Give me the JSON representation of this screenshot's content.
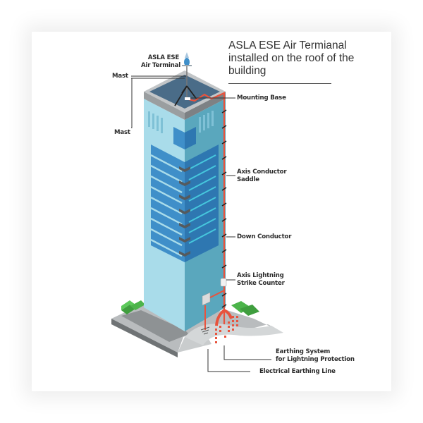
{
  "title": "ASLA ESE Air Termianal installed on the roof of the building",
  "labels": {
    "air_terminal_line1": "ASLA ESE",
    "air_terminal_line2": "Air Terminal",
    "mast_top": "Mast",
    "mast_bottom": "Mast",
    "mounting_base": "Mounting Base",
    "axis_conductor_saddle_line1": "Axis Conductor",
    "axis_conductor_saddle_line2": "Saddle",
    "down_conductor": "Down Conductor",
    "strike_counter_line1": "Axis Lightning",
    "strike_counter_line2": "Strike Counter",
    "earthing_system_line1": "Earthing System",
    "earthing_system_line2": "for Lightning Protection",
    "electrical_earthing_line": "Electrical Earthing Line"
  },
  "colors": {
    "conductor": "#e8533d",
    "building_light": "#a9dcea",
    "building_dark": "#5aa7bd",
    "windows": "#3f8fc9",
    "roof": "#4a6c88",
    "grass": "#4cb44a",
    "pavement": "#8e9294",
    "text": "#2b2b2b"
  }
}
